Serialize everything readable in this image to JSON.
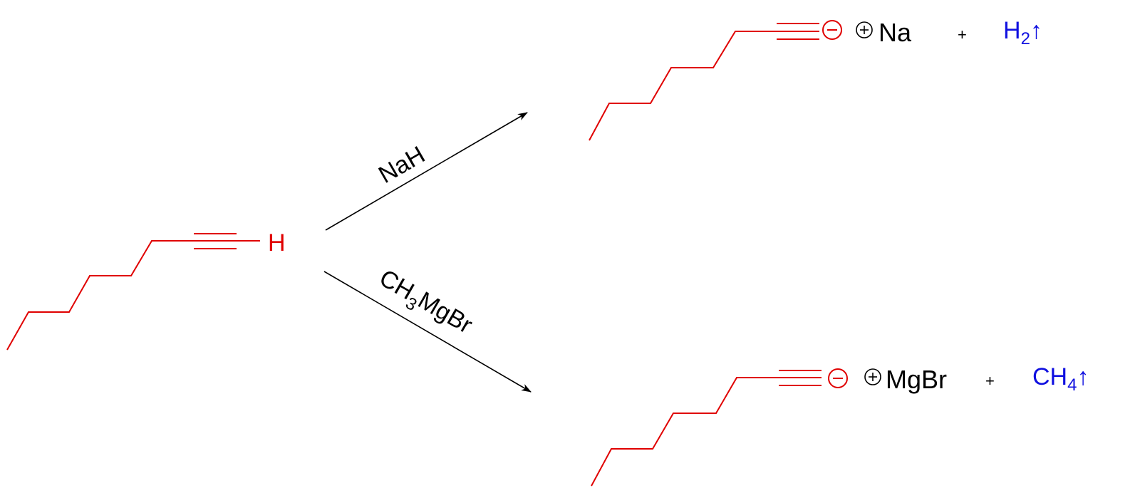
{
  "colors": {
    "molecule": "#e00000",
    "reagent": "#000000",
    "gas": "#1010e0"
  },
  "reactant": {
    "hydrogen_label": "H"
  },
  "reaction_top": {
    "reagent": "NaH",
    "charge_minus": "−",
    "charge_plus": "+",
    "counterion": "Na",
    "plus_sign": "+",
    "gas_main": "H",
    "gas_sub": "2",
    "gas_arrow": "↑"
  },
  "reaction_bottom": {
    "reagent_main": "CH",
    "reagent_sub": "3",
    "reagent_rest": "MgBr",
    "charge_minus": "−",
    "charge_plus": "+",
    "counterion": "MgBr",
    "plus_sign": "+",
    "gas_main": "CH",
    "gas_sub": "4",
    "gas_arrow": "↑"
  }
}
